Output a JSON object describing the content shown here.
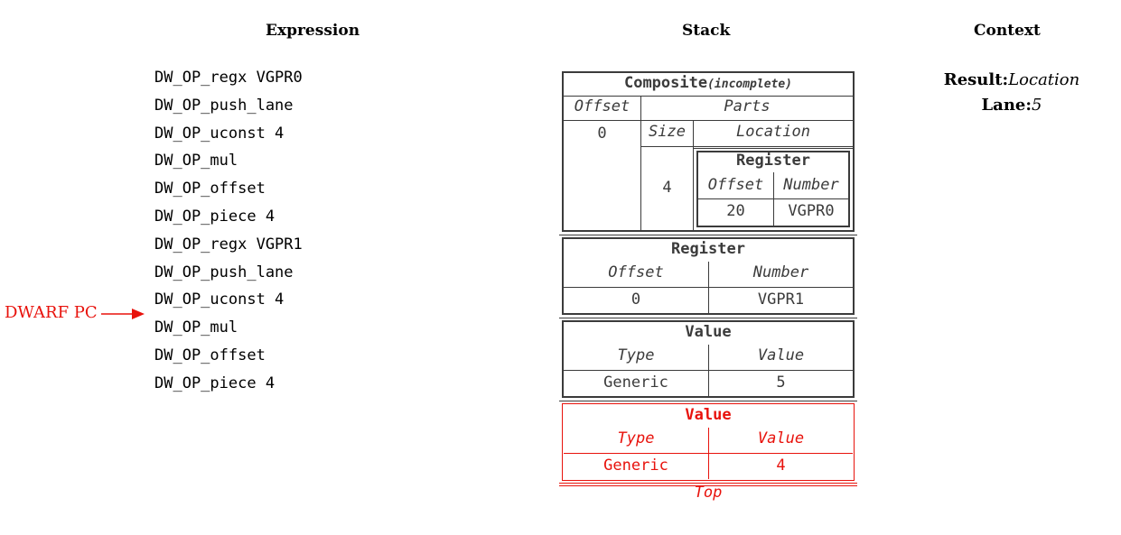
{
  "headers": {
    "expression": "Expression",
    "stack": "Stack",
    "context": "Context"
  },
  "expression": [
    "DW_OP_regx VGPR0",
    "DW_OP_push_lane",
    "DW_OP_uconst 4",
    "DW_OP_mul",
    "DW_OP_offset",
    "DW_OP_piece 4",
    "DW_OP_regx VGPR1",
    "DW_OP_push_lane",
    "DW_OP_uconst 4",
    "DW_OP_mul",
    "DW_OP_offset",
    "DW_OP_piece 4"
  ],
  "pc_marker": {
    "label": "DWARF PC",
    "line_index": 9,
    "color": "#e8120c"
  },
  "context": {
    "result_label": "Result:",
    "result_value": "Location",
    "lane_label": "Lane:",
    "lane_value": "5"
  },
  "stack": {
    "composite": {
      "title": "Composite",
      "status": "(incomplete)",
      "offset_header": "Offset",
      "parts_header": "Parts",
      "size_header": "Size",
      "location_header": "Location",
      "offset": "0",
      "size": "4",
      "register": {
        "title": "Register",
        "offset_header": "Offset",
        "number_header": "Number",
        "offset": "20",
        "number": "VGPR0"
      }
    },
    "register": {
      "title": "Register",
      "offset_header": "Offset",
      "number_header": "Number",
      "offset": "0",
      "number": "VGPR1"
    },
    "value": {
      "title": "Value",
      "type_header": "Type",
      "value_header": "Value",
      "type": "Generic",
      "value": "5"
    },
    "top_value": {
      "title": "Value",
      "type_header": "Type",
      "value_header": "Value",
      "type": "Generic",
      "value": "4",
      "color": "#e8120c"
    },
    "top_label": "Top"
  }
}
